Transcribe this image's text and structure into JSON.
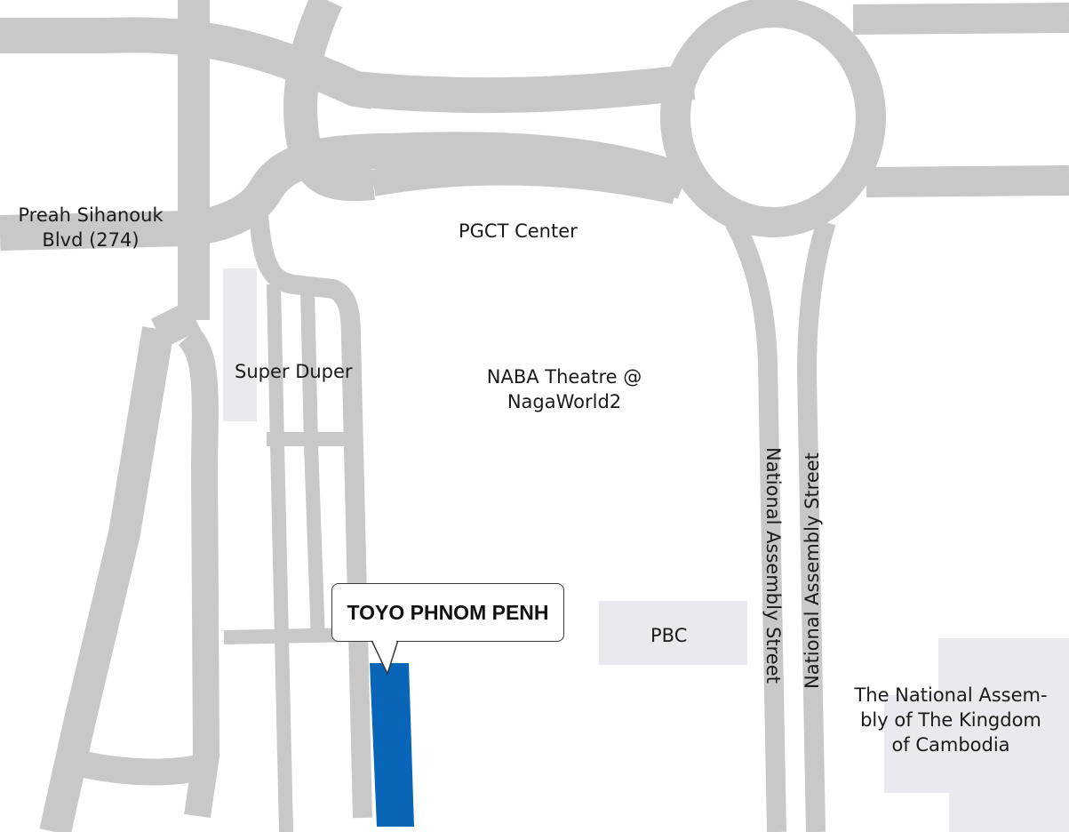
{
  "colors": {
    "road": "#c8c8c8",
    "block": "#e8eaef",
    "destination": "#0865b8",
    "background": "#ffffff"
  },
  "labels": {
    "preah_sihanouk_line1": "Preah Sihanouk",
    "preah_sihanouk_line2": "Blvd (274)",
    "pgct_center": "PGCT Center",
    "super_duper": "Super Duper",
    "naba_line1": "NABA Theatre @",
    "naba_line2": "NagaWorld2",
    "pbc": "PBC",
    "national_assembly_street_left": "National Assembly Street",
    "national_assembly_street_right": "National Assembly Street",
    "national_assembly_line1": "The National Assem-",
    "national_assembly_line2": "bly of The Kingdom",
    "national_assembly_line3": "of Cambodia"
  },
  "destination": {
    "name": "TOYO PHNOM PENH"
  }
}
